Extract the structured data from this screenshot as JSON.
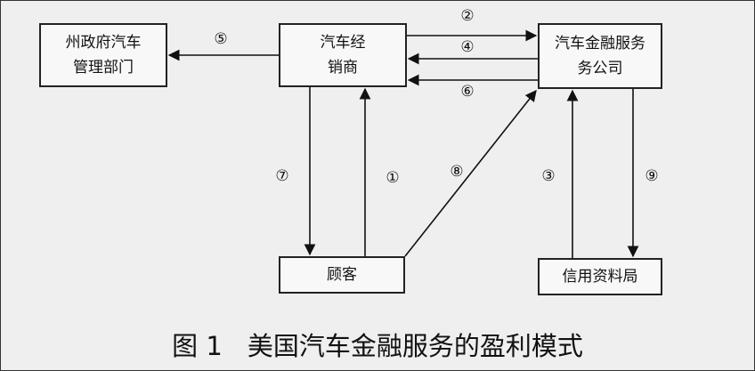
{
  "nodes": {
    "state_gov": [
      "州政府汽车",
      "管理部门"
    ],
    "dealer": [
      "汽车经",
      "销商"
    ],
    "finance": [
      "汽车金融服务",
      "务公司"
    ],
    "customer": [
      "顾客"
    ],
    "credit_bureau": [
      "信用资料局"
    ]
  },
  "edges": {
    "e1": "①",
    "e2": "②",
    "e3": "③",
    "e4": "④",
    "e5": "⑤",
    "e6": "⑥",
    "e7": "⑦",
    "e8": "⑧",
    "e9": "⑨"
  },
  "caption": {
    "number": "图 1",
    "title": "美国汽车金融服务的盈利模式"
  }
}
